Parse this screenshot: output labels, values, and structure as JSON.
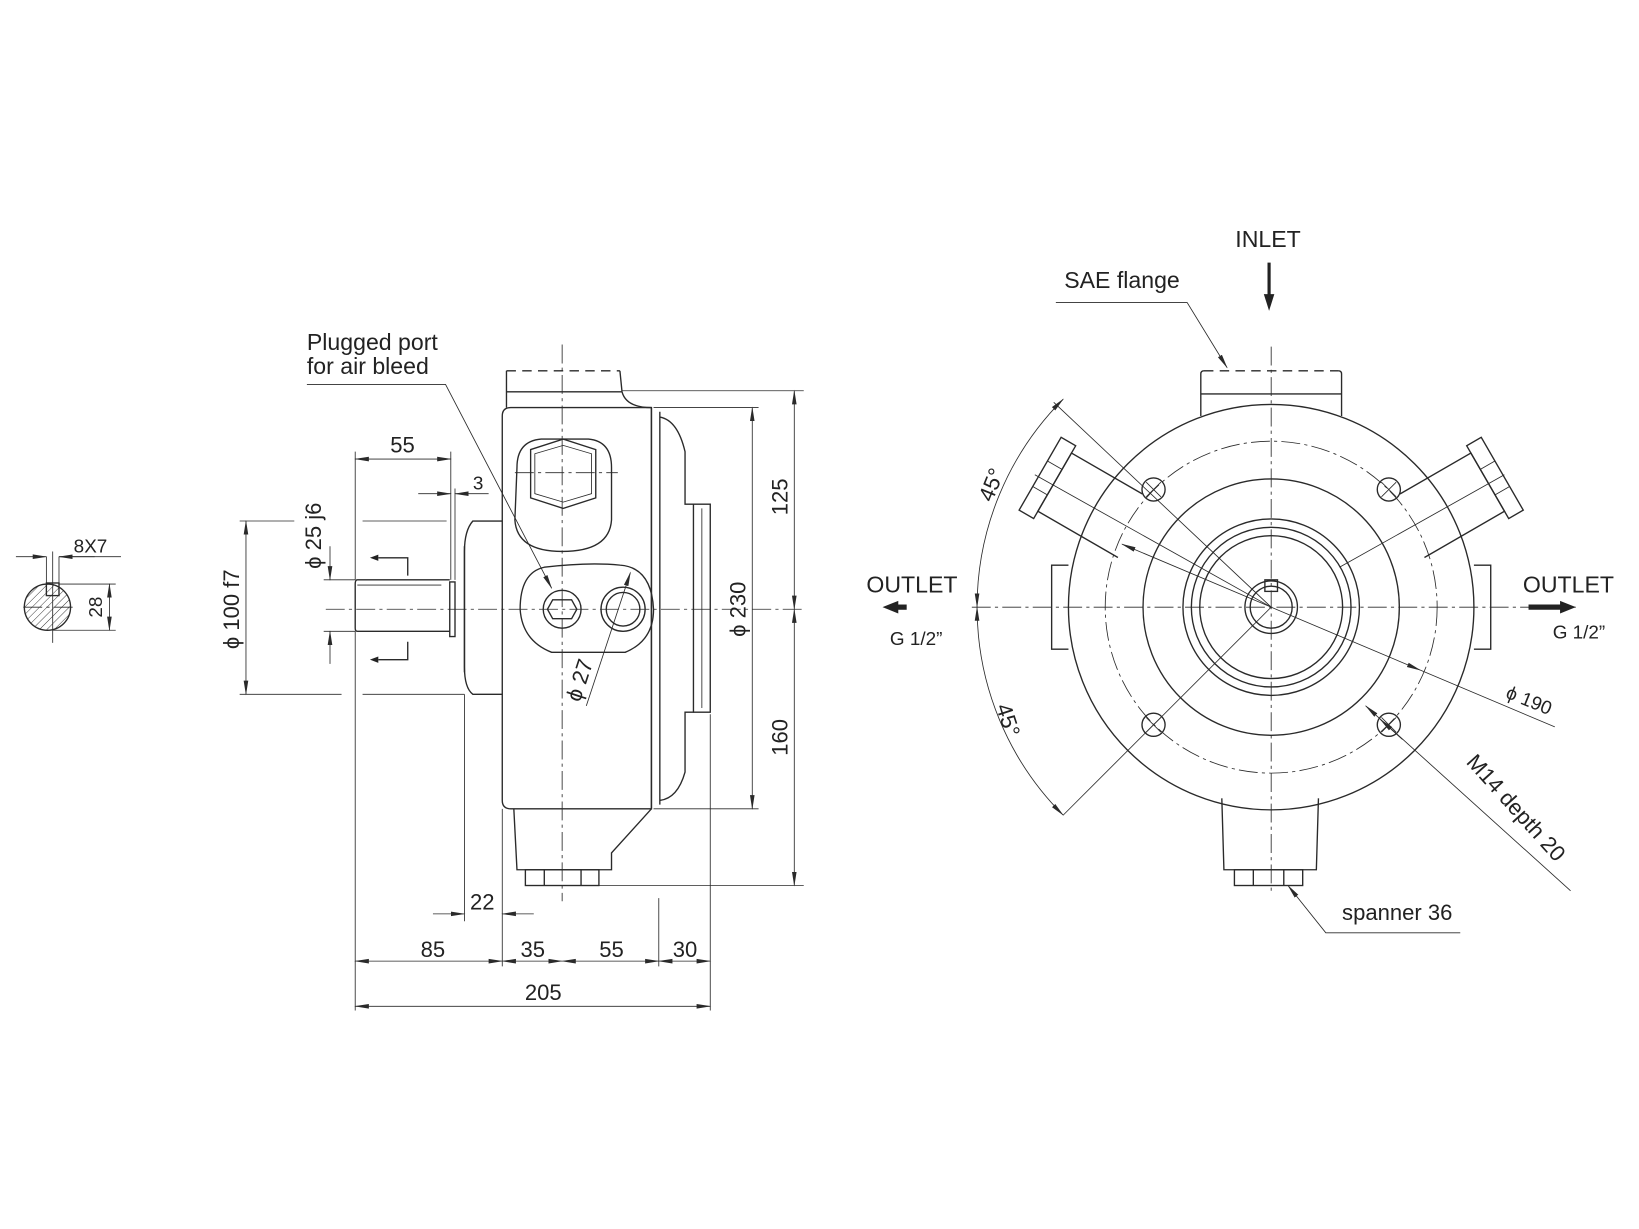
{
  "section_view": {
    "key_label": "8X7",
    "dia_label": "28"
  },
  "side_view": {
    "air_bleed_label_line1": "Plugged port",
    "air_bleed_label_line2": "for air bleed",
    "dim_shaft_length": "55",
    "dim_step": "3",
    "dim_shaft_dia": "ϕ 25 j6",
    "dim_pilot_dia": "ϕ 100 f7",
    "dim_port_dia": "ϕ 27",
    "dim_body_dia": "ϕ 230",
    "dim_top": "125",
    "dim_bottom": "160",
    "dim_flange": "22",
    "dim_85": "85",
    "dim_35": "35",
    "dim_55": "55",
    "dim_30": "30",
    "dim_total": "205"
  },
  "front_view": {
    "inlet_label": "INLET",
    "sae_label": "SAE flange",
    "outlet_left_label": "OUTLET",
    "outlet_left_thread": "G 1/2”",
    "outlet_right_label": "OUTLET",
    "outlet_right_thread": "G 1/2”",
    "angle_upper": "45°",
    "angle_lower": "45°",
    "bolt_circle": "ϕ 190",
    "thread_label": "M14 depth 20",
    "spanner_label": "spanner 36"
  }
}
